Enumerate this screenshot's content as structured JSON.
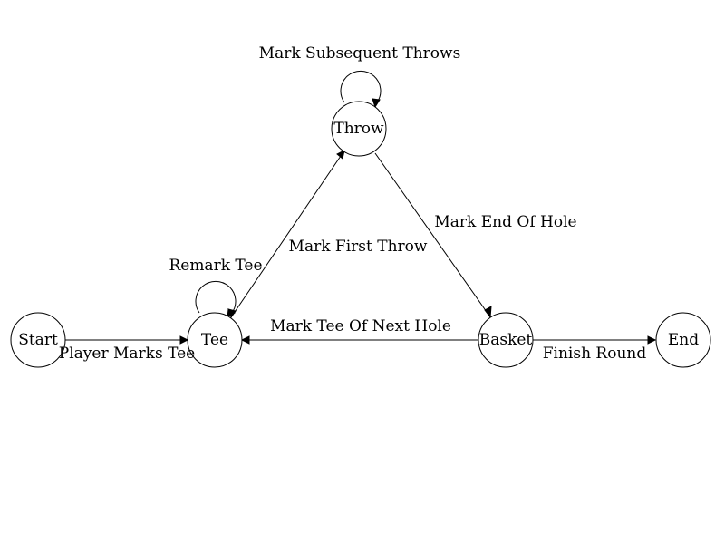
{
  "diagram": {
    "type": "state-machine",
    "nodes": {
      "start": "Start",
      "tee": "Tee",
      "throw": "Throw",
      "basket": "Basket",
      "end": "End"
    },
    "edges": [
      {
        "from": "Start",
        "to": "Tee",
        "label": "Player Marks Tee"
      },
      {
        "from": "Tee",
        "to": "Tee",
        "label": "Remark Tee"
      },
      {
        "from": "Tee",
        "to": "Throw",
        "label": "Mark First Throw"
      },
      {
        "from": "Throw",
        "to": "Throw",
        "label": "Mark Subsequent Throws"
      },
      {
        "from": "Throw",
        "to": "Basket",
        "label": "Mark End Of Hole"
      },
      {
        "from": "Basket",
        "to": "Tee",
        "label": "Mark Tee Of Next Hole"
      },
      {
        "from": "Basket",
        "to": "End",
        "label": "Finish Round"
      }
    ]
  }
}
